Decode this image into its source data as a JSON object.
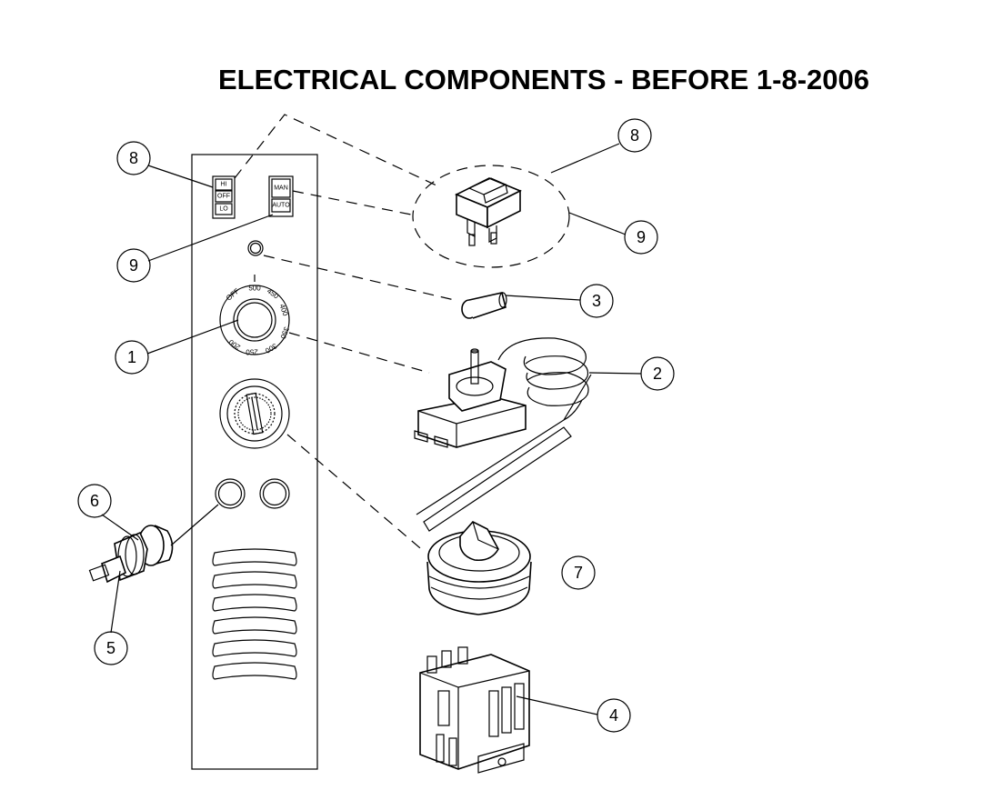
{
  "title": "ELECTRICAL COMPONENTS - BEFORE 1-8-2006",
  "switch_hi_off_lo": {
    "top": "HI",
    "middle": "OFF",
    "bottom": "LO"
  },
  "switch_man_auto": {
    "top": "MAN",
    "bottom": "AUTO"
  },
  "thermostat_dial": {
    "off": "OFF",
    "t500": "500",
    "t450": "450",
    "t400": "400",
    "t350": "350",
    "t300": "300",
    "t250": "250",
    "t200": "200"
  },
  "callouts": {
    "c1": "1",
    "c2": "2",
    "c3": "3",
    "c4": "4",
    "c5": "5",
    "c6": "6",
    "c7": "7",
    "c8a": "8",
    "c8b": "8",
    "c9a": "9",
    "c9b": "9"
  }
}
